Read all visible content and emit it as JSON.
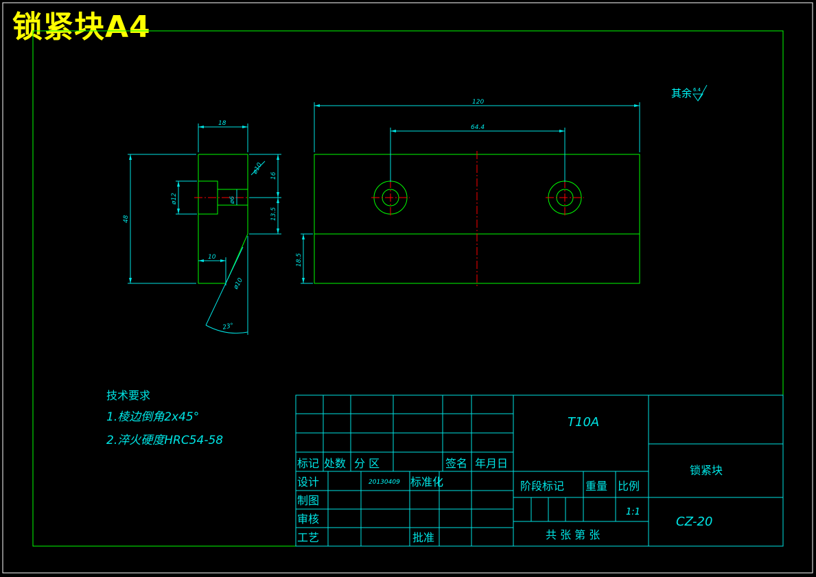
{
  "sheet_title": "锁紧块A4",
  "roughness_note": "其余",
  "roughness_value": "6.4",
  "side_view": {
    "width": "18",
    "height": "48",
    "hole_dia": "ø12",
    "hole_small_dia": "ø6",
    "chamfer_top": "ø10",
    "dim_16": "16",
    "dim_13_5": "13.5",
    "dim_10": "10",
    "chamfer_bottom": "ø10",
    "angle": "23°"
  },
  "front_view": {
    "length": "120",
    "hole_spacing": "64.4",
    "lower_height": "18.5"
  },
  "tech_req": {
    "heading": "技术要求",
    "items": [
      "1.棱边倒角2x45°",
      "2.淬火硬度HRC54-58"
    ]
  },
  "title_block": {
    "material": "T10A",
    "part_name": "锁紧块",
    "drawing_no": "CZ-20",
    "rev_headers": [
      "标记",
      "处数",
      "分 区",
      "签名",
      "年月日"
    ],
    "design": "设计",
    "date": "20130409",
    "standardize": "标准化",
    "draw": "制图",
    "check": "审核",
    "process": "工艺",
    "approve": "批准",
    "stage_mark": "阶段标记",
    "weight": "重量",
    "scale_label": "比例",
    "scale": "1:1",
    "sheets": "共 张 第 张"
  }
}
